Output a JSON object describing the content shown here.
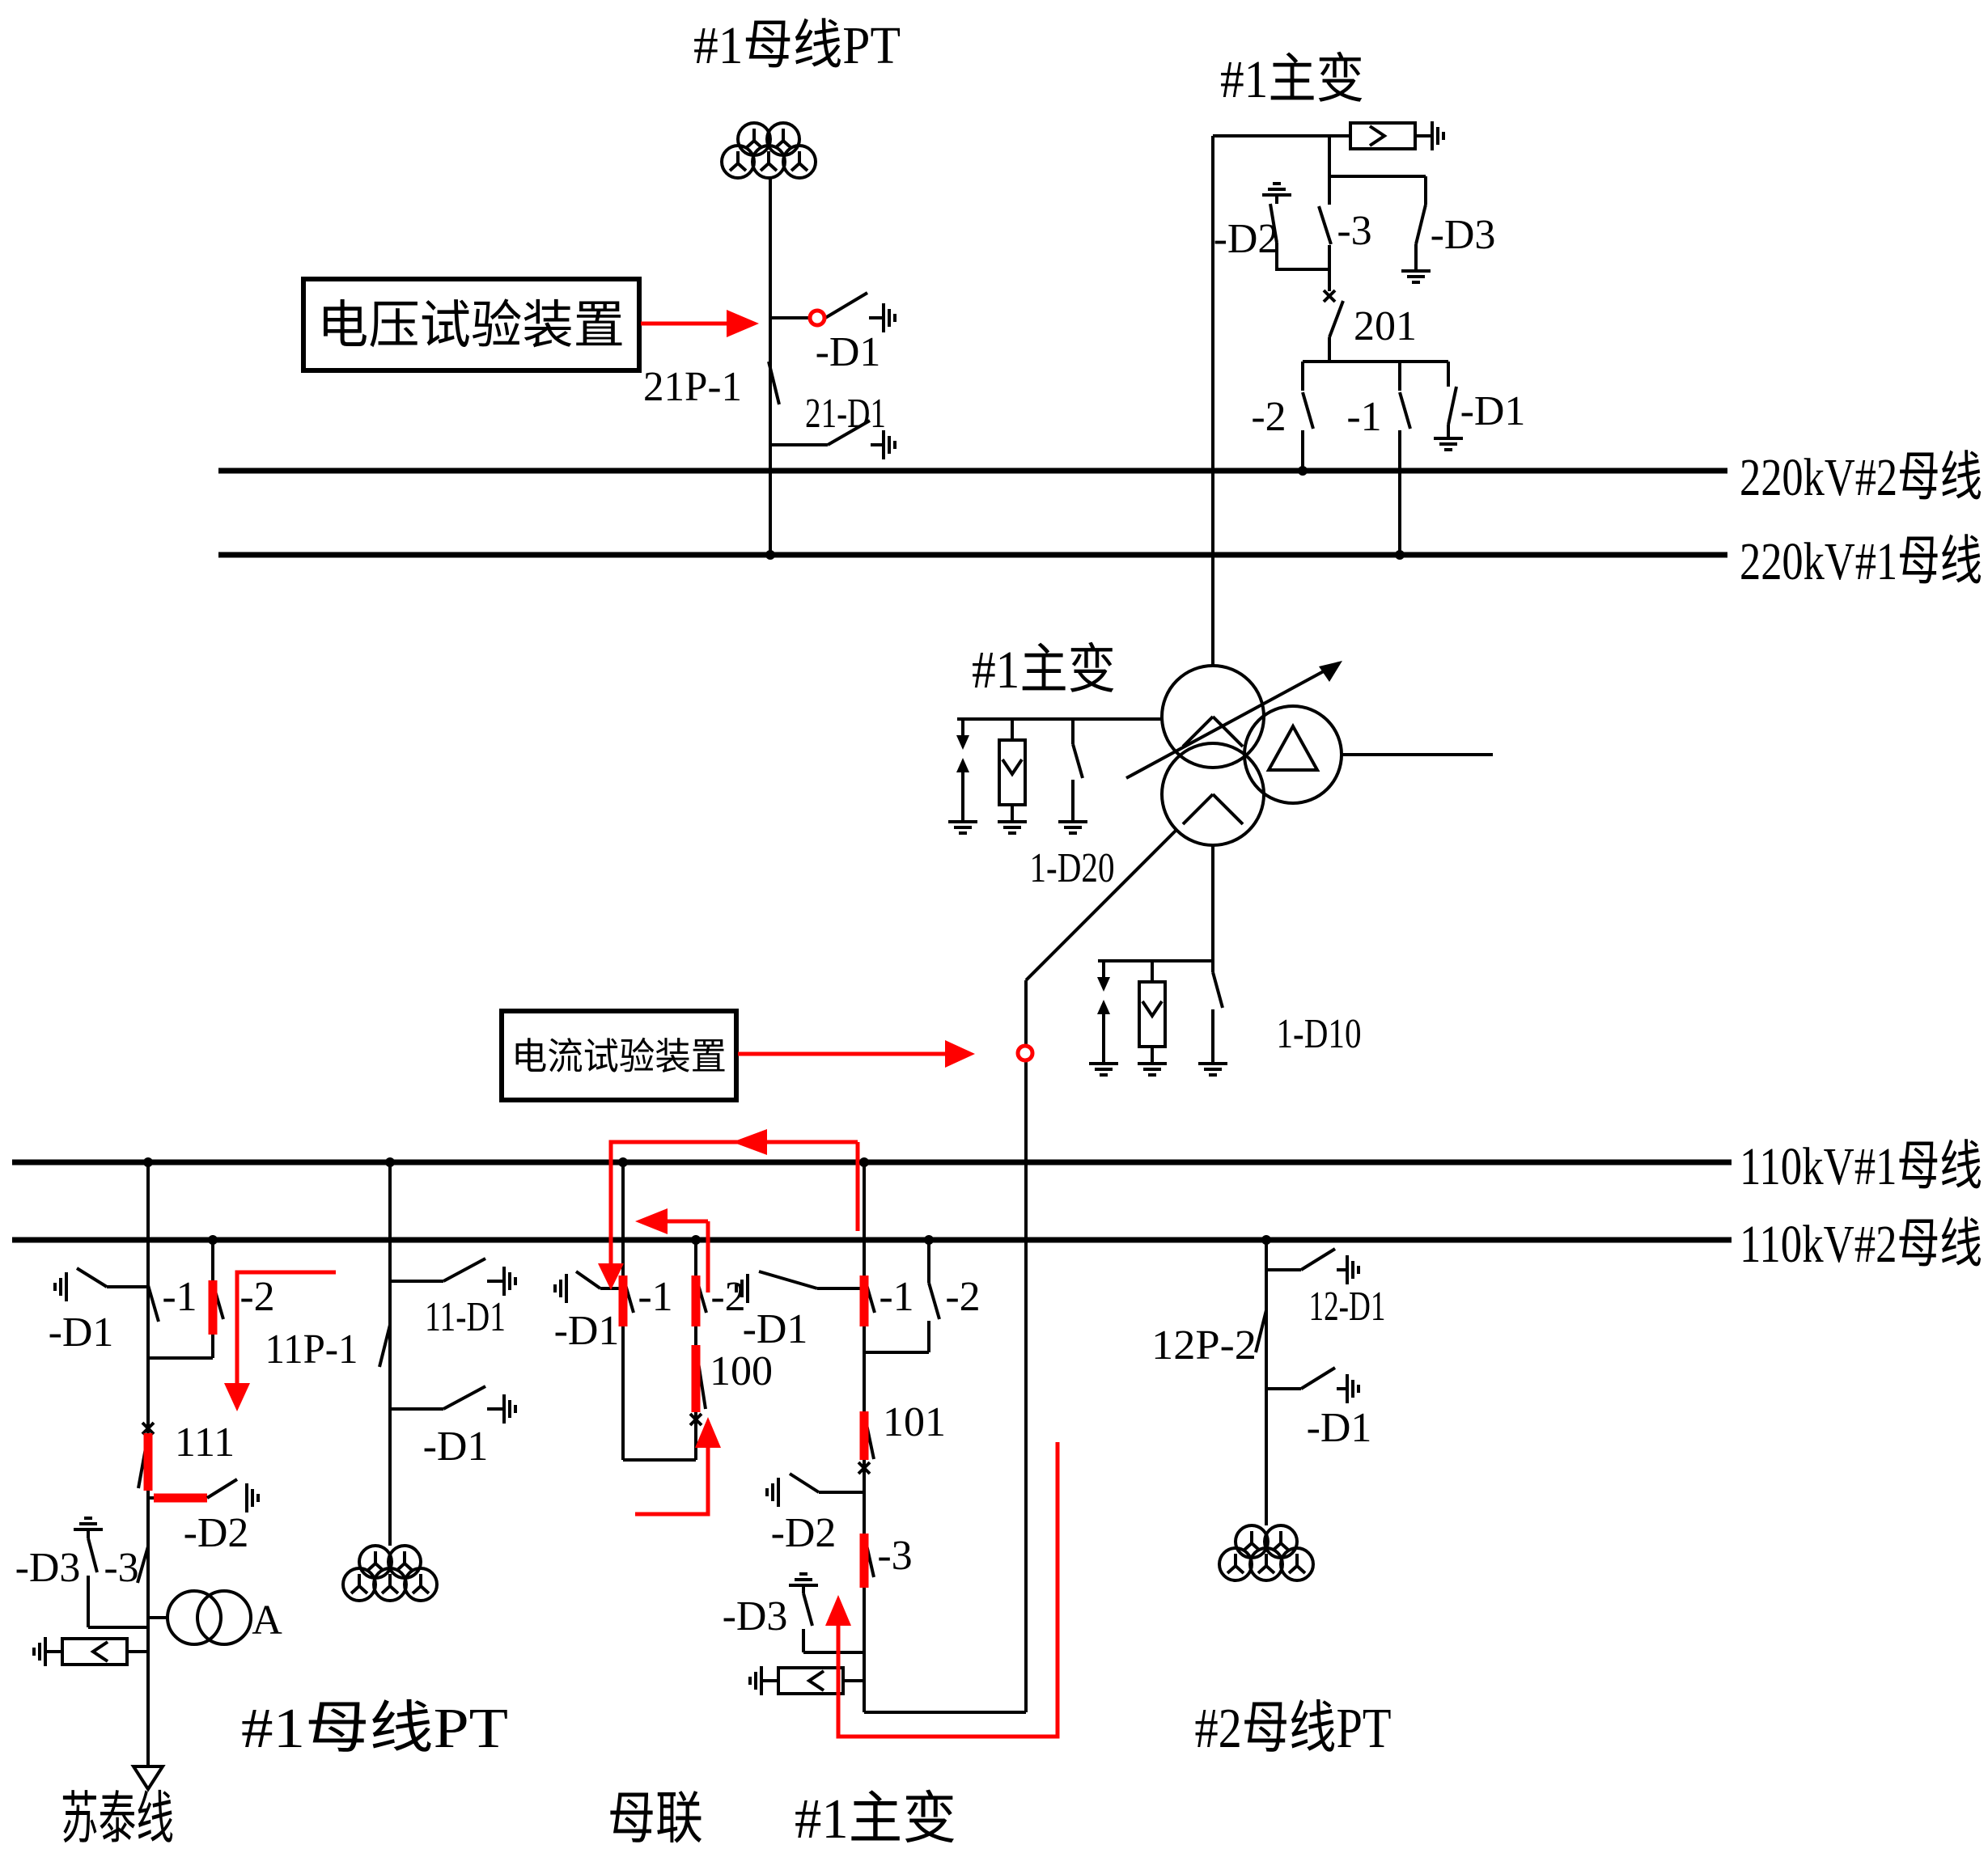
{
  "colors": {
    "line": "#000000",
    "highlight": "#ff0000",
    "background": "#ffffff"
  },
  "titles": {
    "bus1_pt_220": "#1母线PT",
    "tx_220": "#1主变",
    "tx_mid": "#1主变"
  },
  "buses": {
    "b220_2": "220kV#2母线",
    "b220_1": "220kV#1母线",
    "b110_1": "110kV#1母线",
    "b110_2": "110kV#2母线"
  },
  "tests": {
    "voltage": "电压试验装置",
    "current": "电流试验装置"
  },
  "pt220": {
    "d1": "-D1",
    "breaker": "21P-1",
    "d21": "21-D1"
  },
  "tx220": {
    "d2": "-D2",
    "s3": "-3",
    "d3": "-D3",
    "breaker": "201",
    "s2": "-2",
    "s1": "-1",
    "d1": "-D1"
  },
  "txmid": {
    "d20": "1-D20",
    "d10": "1-D10"
  },
  "sutai": {
    "d1": "-D1",
    "s1": "-1",
    "s2": "-2",
    "breaker": "111",
    "d2": "-D2",
    "d3": "-D3",
    "s3": "-3",
    "meter": "A",
    "name": "苏泰线"
  },
  "pt11": {
    "d11": "11-D1",
    "breaker": "11P-1",
    "d1": "-D1",
    "name": "#1母线PT"
  },
  "coupler": {
    "d1": "-D1",
    "s1": "-1",
    "s2": "-2",
    "breaker": "100",
    "name": "母联"
  },
  "tx110": {
    "d1": "-D1",
    "s1": "-1",
    "s2": "-2",
    "breaker": "101",
    "d2": "-D2",
    "s3": "-3",
    "d3": "-D3",
    "name": "#1主变"
  },
  "pt12": {
    "d12": "12-D1",
    "breaker": "12P-2",
    "d1": "-D1",
    "name": "#2母线PT"
  }
}
